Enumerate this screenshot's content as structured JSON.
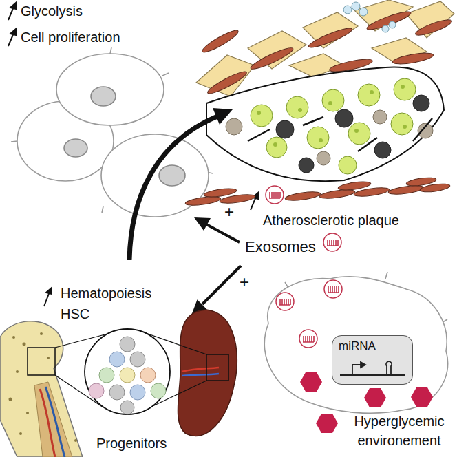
{
  "diagram": {
    "nodes": [
      {
        "text": [
          "miRNA"
        ]
      }
    ],
    "labels": [
      "Glycolysis",
      "Cell proliferation",
      "Atherosclerotic plaque",
      "+",
      "+",
      "Exosomes",
      "Hematopoiesis",
      "HSC",
      "Progenitors",
      "Hyperglycemic environement"
    ]
  }
}
